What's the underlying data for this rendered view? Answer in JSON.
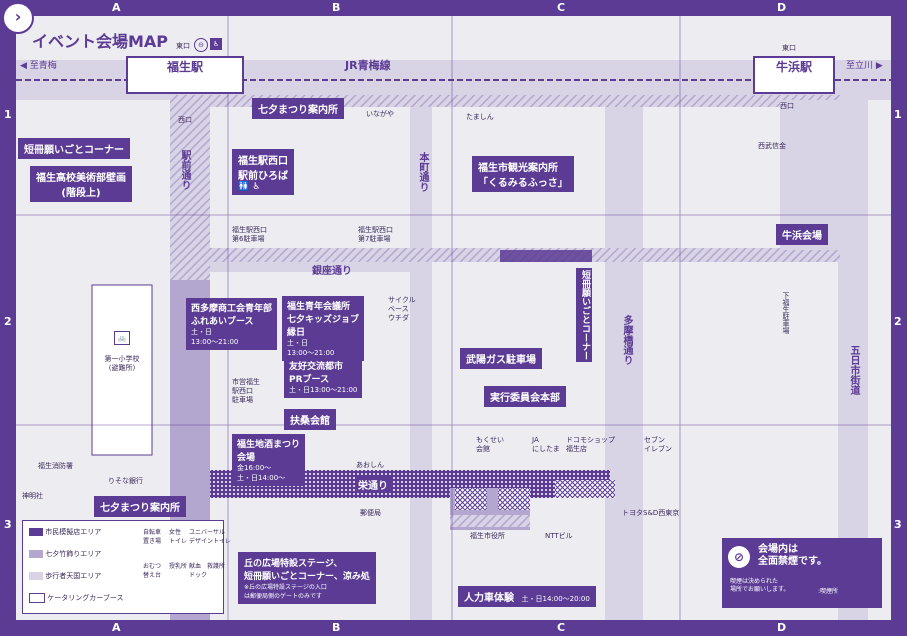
{
  "title": "イベント会場MAP",
  "colors": {
    "purple": "#5b3b94",
    "light_purple": "#b3a6cf",
    "road": "#d9d3e6",
    "bg": "#ececf1",
    "white": "#ffffff"
  },
  "grid": {
    "columns": [
      "A",
      "B",
      "C",
      "D"
    ],
    "rows": [
      "1",
      "2",
      "3"
    ]
  },
  "rail": {
    "line_name": "JR青梅線",
    "to_west": "◀ 至青梅",
    "to_east": "至立川 ▶"
  },
  "stations": {
    "fussa": "福生駅",
    "ushihama": "牛浜駅"
  },
  "small_labels": {
    "east_exit_left": "東口",
    "east_exit_right": "東口",
    "west_exit_left": "西口",
    "west_exit_right": "西口",
    "inageya": "いながや",
    "tamashin": "たましん",
    "seibu_shinkin": "西武信金",
    "parking6": "福生駅西口\n第6駐車場",
    "parking7": "福生駅西口\n第7駐車場",
    "cycle_base": "サイクル\nベース\nウチダ",
    "shiei_parking": "市営福生\n駅西口\n駐車場",
    "fire_station": "福生消防署",
    "shinmeisha": "神明社",
    "risona": "りそな銀行",
    "aoshin": "あおしん",
    "yubinkyoku": "郵便局",
    "mokusei": "もくせい\n会館",
    "ja": "JA\nにしたま",
    "docomo": "ドコモショップ\n福生店",
    "seven": "セブン\nイレブン",
    "toyota": "トヨタS&D西東京",
    "ntt": "NTTビル",
    "city_hall": "福生市役所",
    "school": "第一小学校\n(避難所)"
  },
  "roads": {
    "ekimae": "駅前通り",
    "honmachi": "本町通り",
    "ginza": "銀座通り",
    "sakae": "栄通り",
    "tama_bashi": "多摩橋通り",
    "itsukaichi": "五日市街道",
    "shimofussa": "下福生駐車場",
    "tanzaku_road": "短冊願いごとコーナー"
  },
  "callouts": [
    {
      "id": "tanabata-info-1",
      "text": "七夕まつり案内所"
    },
    {
      "id": "tanzaku-1",
      "text": "短冊願いごとコーナー"
    },
    {
      "id": "fussa-art",
      "text": "福生高校美術部壁画\n(階段上)"
    },
    {
      "id": "nishiguchi-hiroba",
      "text": "福生駅西口\n駅前ひろば"
    },
    {
      "id": "kankou",
      "text": "福生市観光案内所\n「くるみるふっさ」"
    },
    {
      "id": "ushihama-venue",
      "text": "牛浜会場"
    },
    {
      "id": "nishitama-shoko",
      "text": "西多摩商工会青年部\nふれあいブース"
    },
    {
      "id": "seinen-kaigi",
      "text": "福生青年会議所\n七夕キッズジョブ\n縁日"
    },
    {
      "id": "yuko",
      "text": "友好交流都市\nPRブース"
    },
    {
      "id": "busou-gas",
      "text": "武陽ガス駐車場"
    },
    {
      "id": "jikko",
      "text": "実行委員会本部"
    },
    {
      "id": "fuso",
      "text": "扶桑会館"
    },
    {
      "id": "jizake",
      "text": "福生地酒まつり\n会場"
    },
    {
      "id": "tanabata-info-2",
      "text": "七夕まつり案内所"
    },
    {
      "id": "oka-stage",
      "text": "丘の広場特設ステージ、\n短冊願いごとコーナー、涼み処"
    },
    {
      "id": "jinrikisha",
      "text": "人力車体験"
    }
  ],
  "times": {
    "nishitama": "土・日\n13:00〜21:00",
    "seinen": "土・日\n13:00〜21:00",
    "yuko": "土・日13:00〜21:00",
    "jizake": "金16:00〜\n土・日14:00〜",
    "jinrikisha": "土・日14:00〜20:00",
    "oka_note": "※丘の広場特設ステージの入口\nは郵便局側のゲートのみです"
  },
  "legend": {
    "items": [
      "市民模擬店エリア",
      "七夕竹飾りエリア",
      "歩行者天国エリア",
      "ケータリングカーブース"
    ],
    "icons": [
      "自転車\n置き場",
      "女性\nトイレ",
      "ユニバーサル\nデザイントイレ",
      "おむつ\n替え台",
      "授乳所",
      "献血\nドック",
      "救護所"
    ]
  },
  "nosmoking": {
    "title": "会場内は\n全面禁煙です。",
    "note": "喫煙は決められた\n場所でお願いします。",
    "smoking_area": ":喫煙所"
  }
}
